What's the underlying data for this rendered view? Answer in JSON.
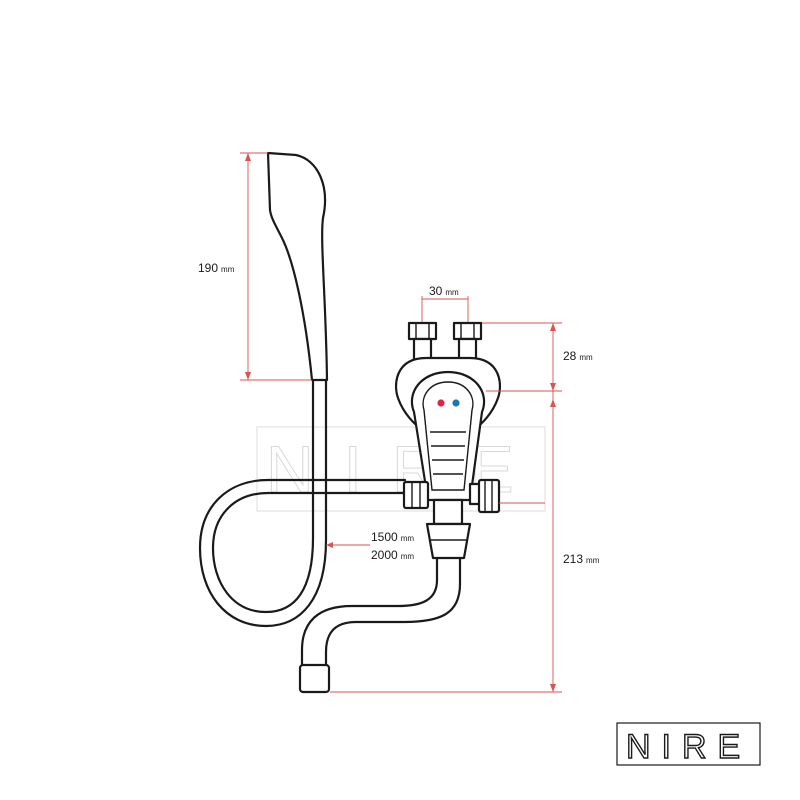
{
  "brand": {
    "name": "NIRE",
    "watermark": "NIRE"
  },
  "dimensions": {
    "shower_head": {
      "value": "190",
      "unit": "mm"
    },
    "inlet_spacing": {
      "value": "30",
      "unit": "mm"
    },
    "inlet_height": {
      "value": "28",
      "unit": "mm"
    },
    "hose_length_1": {
      "value": "1500",
      "unit": "mm"
    },
    "hose_length_2": {
      "value": "2000",
      "unit": "mm"
    },
    "body_height": {
      "value": "213",
      "unit": "mm"
    }
  },
  "colors": {
    "dimension_line": "#d9534f",
    "hot_indicator": "#e0263f",
    "cold_indicator": "#1b76b5",
    "outline": "#1a1a1a"
  }
}
